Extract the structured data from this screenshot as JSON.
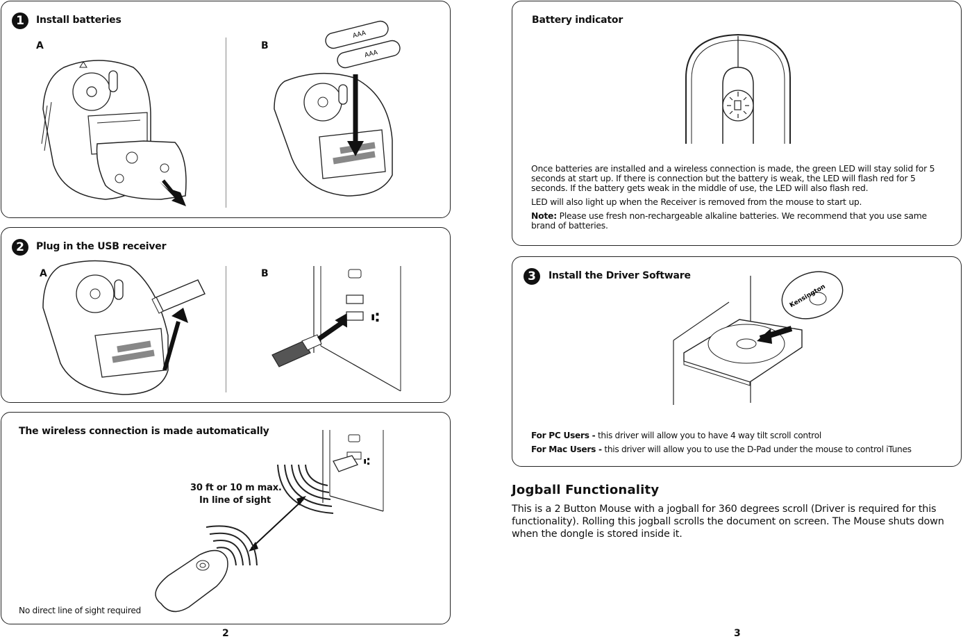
{
  "step1": {
    "number": "1",
    "title": "Install batteries",
    "label_a": "A",
    "label_b": "B",
    "battery_label": "AAA"
  },
  "step2": {
    "number": "2",
    "title": "Plug in the USB receiver",
    "label_a": "A",
    "label_b": "B"
  },
  "wireless": {
    "title": "The wireless connection is made automatically",
    "range_line1": "30 ft or 10 m max.",
    "range_line2": "In line of sight",
    "note": "No direct line of sight required"
  },
  "battery_indicator": {
    "title": "Battery indicator",
    "para1": "Once batteries are installed and a wireless connection is made, the green LED will stay solid for 5 seconds at start up. If there is connection but the battery is weak, the LED will flash red for 5 seconds. If the battery gets weak in the middle of use, the LED will also flash red.",
    "para2": "LED will also light up when the Receiver is removed from the mouse to start up.",
    "note_label": "Note:",
    "note_text": " Please use fresh non-rechargeable alkaline batteries. We recommend that you use same brand of batteries."
  },
  "step3": {
    "number": "3",
    "title": "Install the Driver Software",
    "cd_label": "Kensington",
    "pc_label": "For PC Users -",
    "pc_text": " this driver will allow you to have 4 way tilt scroll control",
    "mac_label": "For Mac Users -",
    "mac_text": " this driver will allow you to use the D-Pad under the mouse to control iTunes"
  },
  "jogball": {
    "title": "Jogball Functionality",
    "body": "This is a 2 Button Mouse with a jogball for 360 degrees scroll (Driver is required for this functionality). Rolling this jogball scrolls the document on screen. The Mouse shuts down when the dongle is stored inside it."
  },
  "pages": {
    "left": "2",
    "right": "3"
  }
}
